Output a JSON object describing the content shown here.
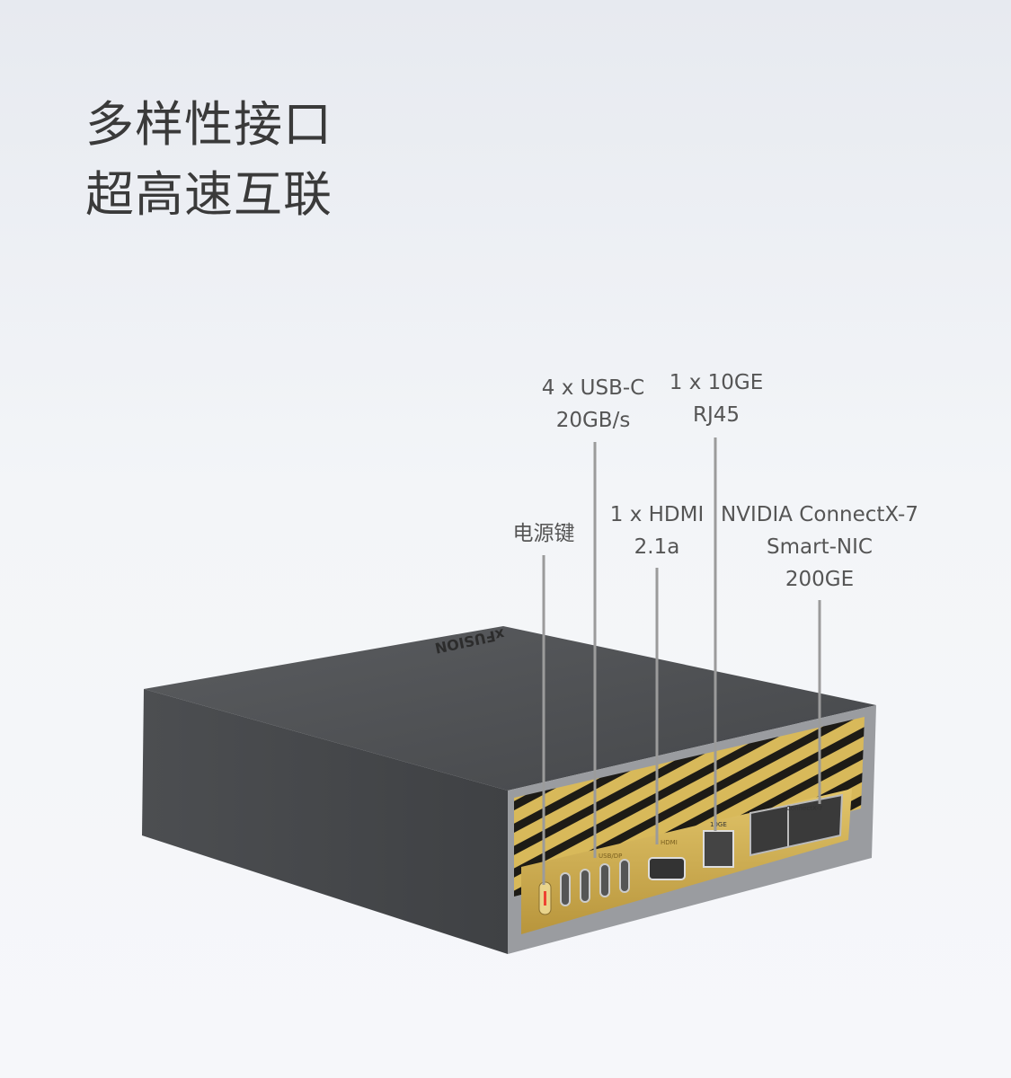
{
  "headline": {
    "line1": "多样性接口",
    "line2": "超高速互联"
  },
  "callouts": [
    {
      "id": "power",
      "lines": [
        "电源键"
      ]
    },
    {
      "id": "usbc",
      "lines": [
        "4 x USB-C",
        "20GB/s"
      ]
    },
    {
      "id": "hdmi",
      "lines": [
        "1 x HDMI",
        "2.1a"
      ]
    },
    {
      "id": "rj45",
      "lines": [
        "1 x 10GE",
        "RJ45"
      ]
    },
    {
      "id": "nic",
      "lines": [
        "NVIDIA ConnectX-7",
        "Smart-NIC",
        "200GE"
      ]
    }
  ],
  "device": {
    "logo_text": "xFUSION",
    "port_labels": {
      "usb": "USB/DP",
      "hdmi": "HDMI",
      "rj45": "10GE",
      "nic": "ConnectX-7"
    }
  },
  "colors": {
    "gold": "#c9a84a",
    "body": "#4a4c4f",
    "text": "#555555"
  }
}
